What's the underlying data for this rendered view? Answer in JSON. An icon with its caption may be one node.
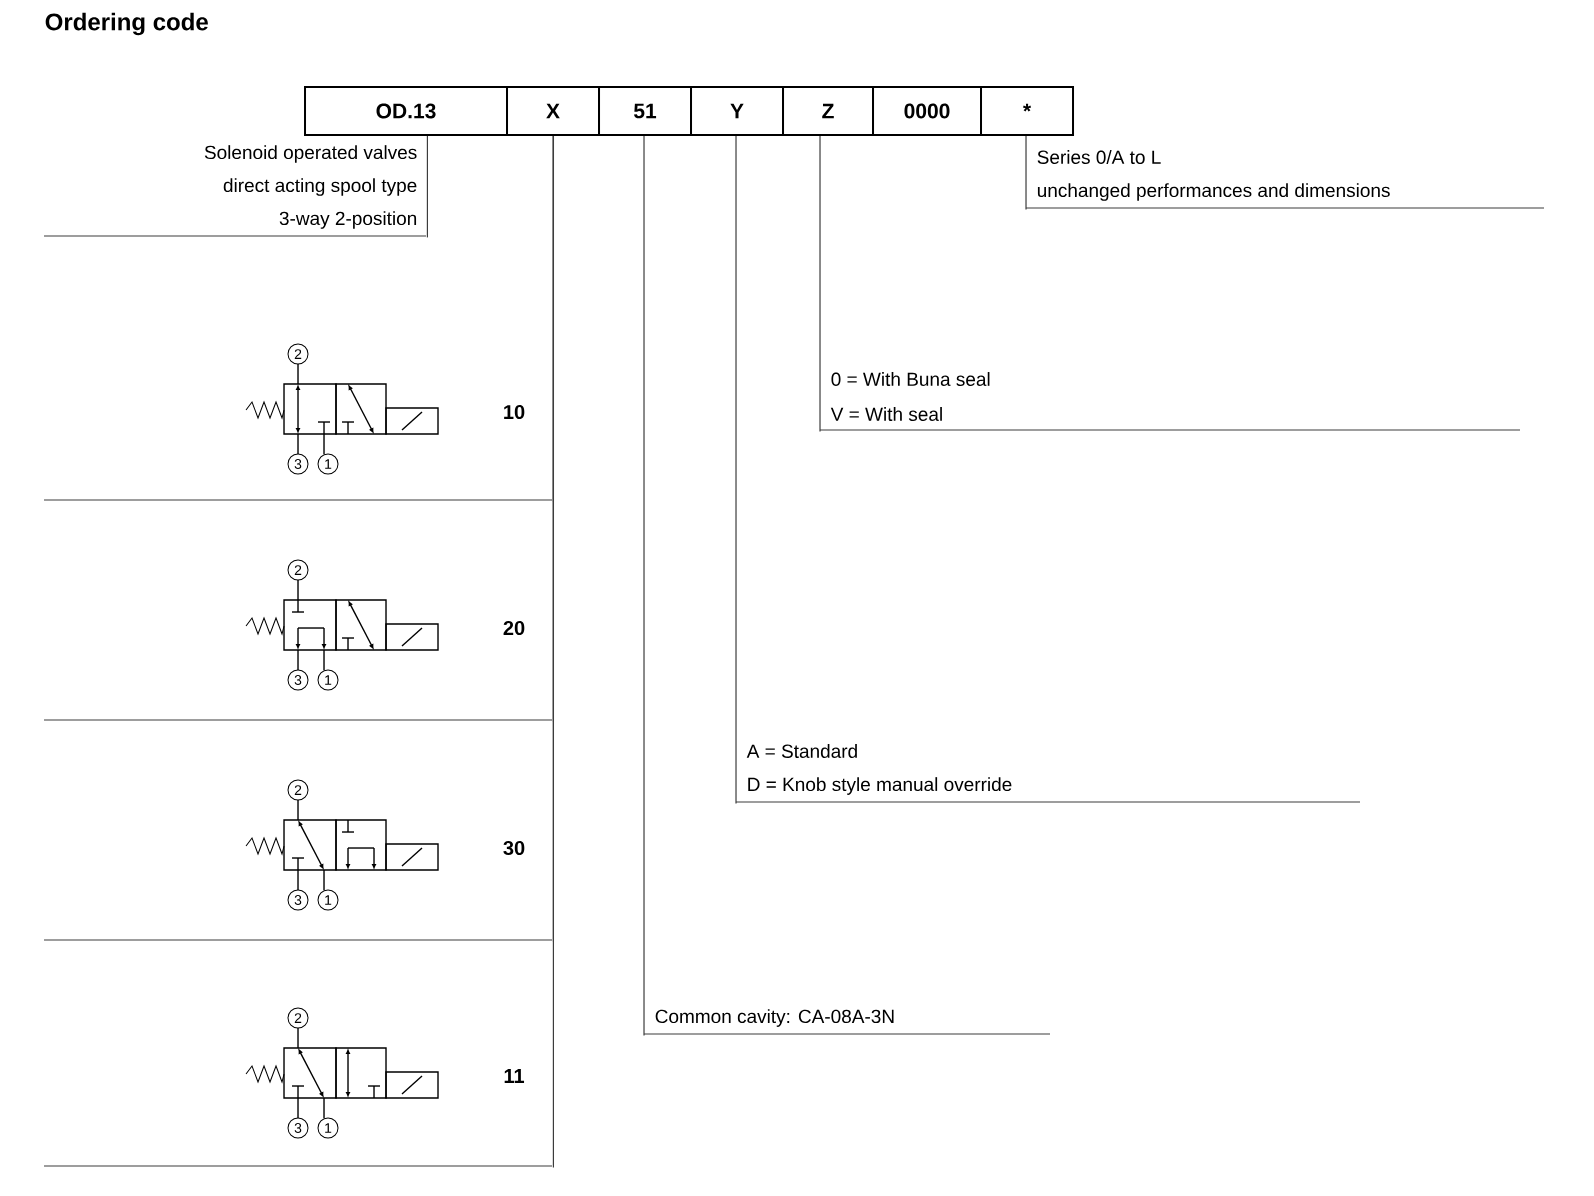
{
  "diagram": {
    "title": "Ordering code",
    "nodes": [
      {
        "text": [
          "OD.13"
        ]
      },
      {
        "text": [
          "X"
        ]
      },
      {
        "text": [
          "51"
        ]
      },
      {
        "text": [
          "Y"
        ]
      },
      {
        "text": [
          "Z"
        ]
      },
      {
        "text": [
          "0000"
        ]
      },
      {
        "text": [
          "*"
        ]
      },
      {
        "text": [
          "Solenoid operated valves",
          "direct acting spool type",
          "3-way 2-position"
        ]
      },
      {
        "text": [
          "Series 0/A to L",
          "unchanged performances and dimensions"
        ]
      },
      {
        "text": [
          "0 = With Buna seal",
          "V = With seal"
        ]
      },
      {
        "text": [
          "A = Standard",
          "D = Knob style manual override"
        ]
      },
      {
        "text": [
          "Common cavity: CA-08A-3N"
        ]
      },
      {
        "text": [
          "10"
        ]
      },
      {
        "text": [
          "20"
        ]
      },
      {
        "text": [
          "30"
        ]
      },
      {
        "text": [
          "11"
        ]
      }
    ],
    "edges": [
      {
        "from": 0,
        "to": 7,
        "arrow": "none"
      },
      {
        "from": 1,
        "to": 12,
        "arrow": "none"
      },
      {
        "from": 1,
        "to": 13,
        "arrow": "none"
      },
      {
        "from": 1,
        "to": 14,
        "arrow": "none"
      },
      {
        "from": 1,
        "to": 15,
        "arrow": "none"
      },
      {
        "from": 2,
        "to": 11,
        "arrow": "none"
      },
      {
        "from": 3,
        "to": 10,
        "arrow": "none"
      },
      {
        "from": 4,
        "to": 9,
        "arrow": "none"
      },
      {
        "from": 6,
        "to": 8,
        "arrow": "none"
      }
    ],
    "labels": [
      "2",
      "3",
      "1",
      "2",
      "3",
      "1",
      "2",
      "3",
      "1",
      "2",
      "3",
      "1"
    ]
  }
}
